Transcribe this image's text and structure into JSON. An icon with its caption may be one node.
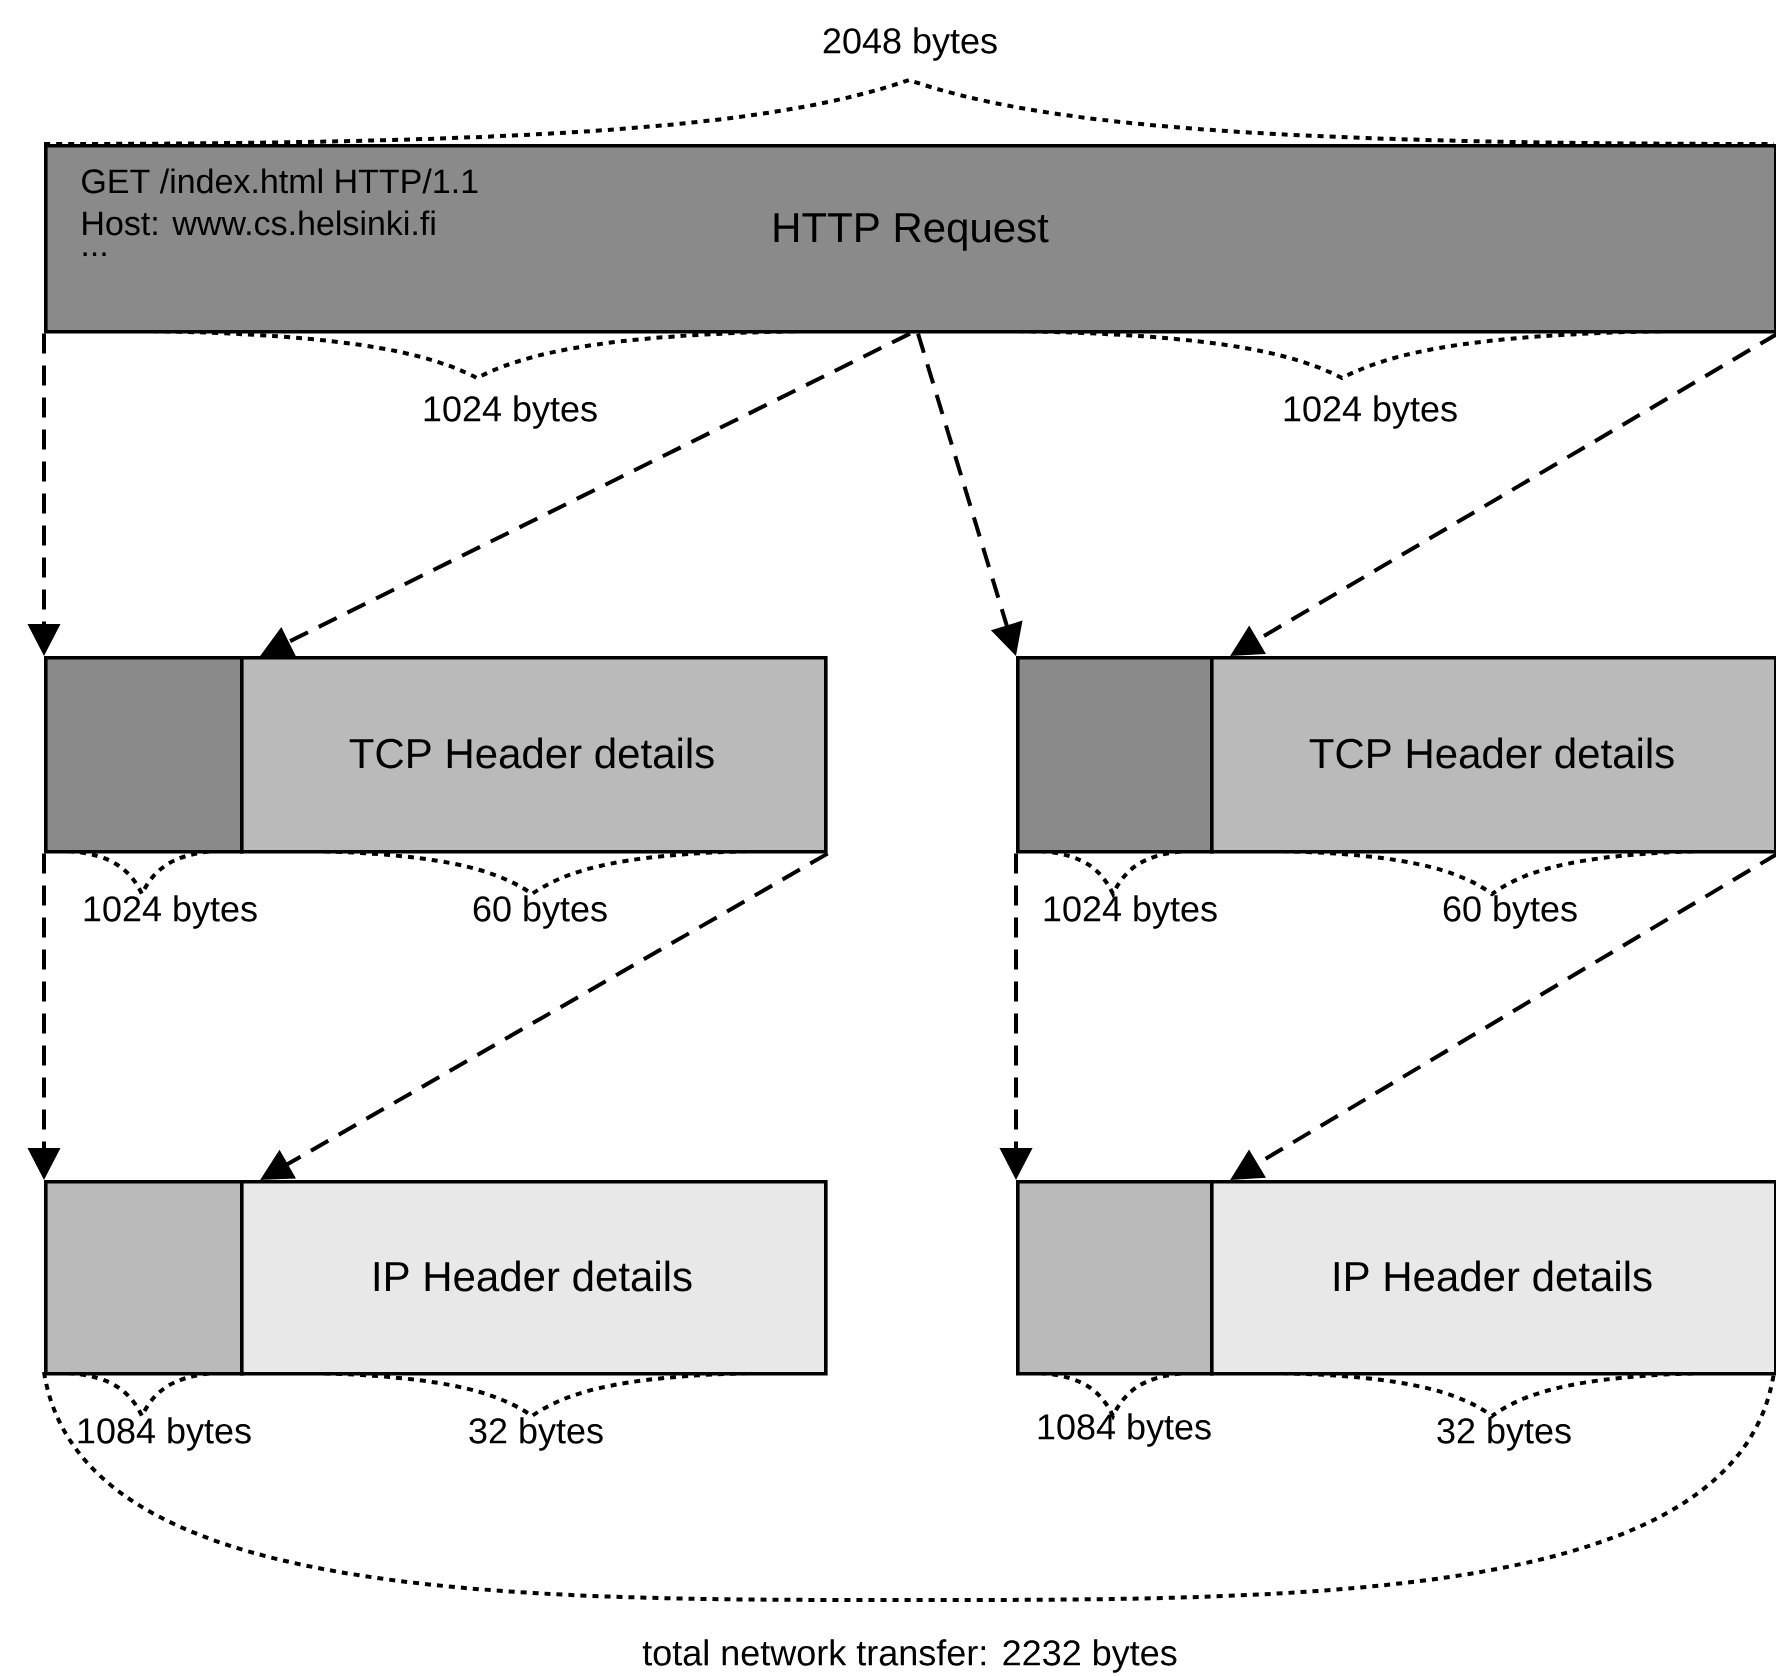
{
  "diagram": {
    "nodes": [
      {
        "text": [
          "GET /index.html HTTP/1.1",
          "Host: www.cs.helsinki.fi",
          "...",
          "HTTP Request"
        ]
      },
      {
        "text": [],
        "shape": "box"
      },
      {
        "text": [
          "TCP Header details"
        ]
      },
      {
        "text": [],
        "shape": "box"
      },
      {
        "text": [
          "TCP Header details"
        ]
      },
      {
        "text": [],
        "shape": "box"
      },
      {
        "text": [
          "IP Header details"
        ]
      },
      {
        "text": [],
        "shape": "box"
      },
      {
        "text": [
          "IP Header details"
        ]
      }
    ],
    "edges": [
      {
        "from": 0,
        "to": 1,
        "arrow": "to",
        "style": "dashed"
      },
      {
        "from": 0,
        "to": 2,
        "arrow": "to",
        "style": "dashed"
      },
      {
        "from": 0,
        "to": 3,
        "arrow": "to",
        "style": "dashed"
      },
      {
        "from": 0,
        "to": 4,
        "arrow": "to",
        "style": "dashed"
      },
      {
        "from": 1,
        "to": 5,
        "arrow": "to",
        "style": "dashed"
      },
      {
        "from": 2,
        "to": 6,
        "arrow": "to",
        "style": "dashed"
      },
      {
        "from": 3,
        "to": 7,
        "arrow": "to",
        "style": "dashed"
      },
      {
        "from": 4,
        "to": 8,
        "arrow": "to",
        "style": "dashed"
      }
    ],
    "labels": [
      "2048 bytes",
      "1024 bytes",
      "1024 bytes",
      "1024 bytes",
      "60 bytes",
      "1024 bytes",
      "60 bytes",
      "1084 bytes",
      "32 bytes",
      "1084 bytes",
      "32 bytes",
      "total network transfer: 2232 bytes"
    ]
  }
}
